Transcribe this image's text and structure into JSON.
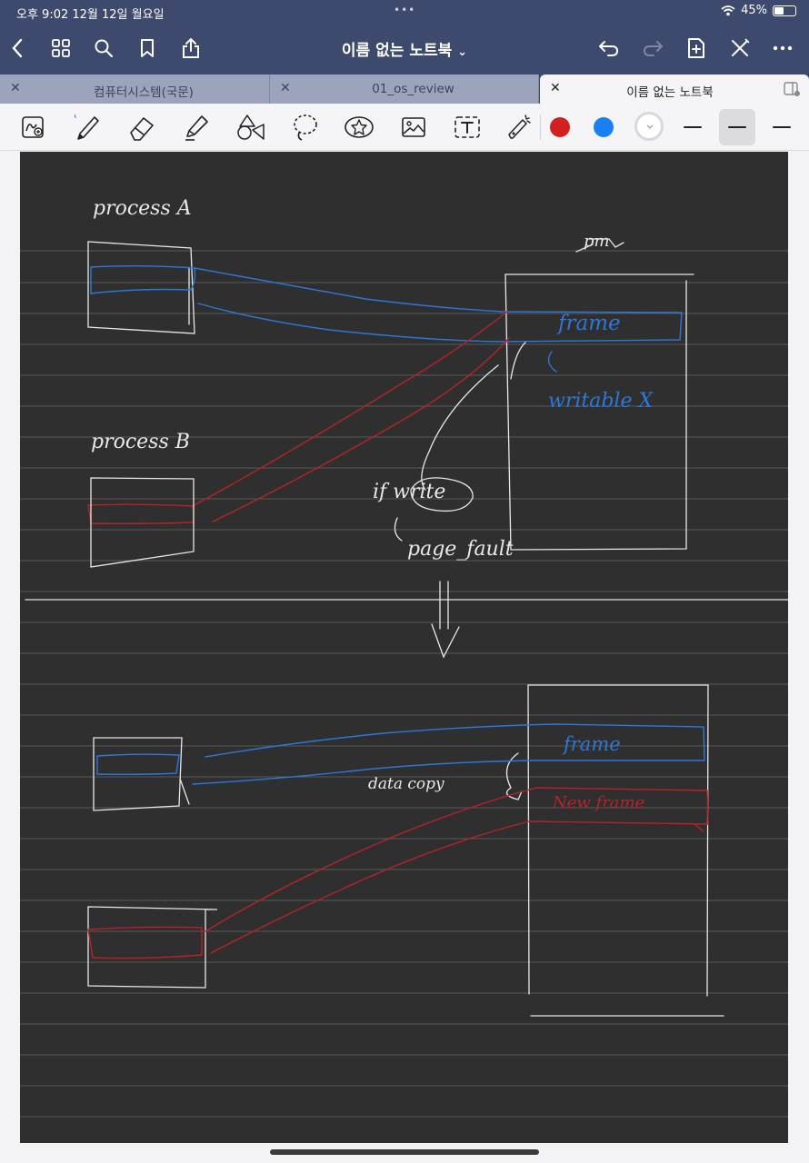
{
  "status_bar": {
    "time": "오후 9:02   12월 12일 월요일",
    "dots": "•••",
    "battery": "45%",
    "battery_level": 0.45
  },
  "nav": {
    "title": "이름 없는 노트북",
    "title_chevron": "⌄"
  },
  "tabs": [
    {
      "label": "컴퓨터시스템(국문)",
      "active": false
    },
    {
      "label": "01_os_review",
      "active": false
    },
    {
      "label": "이름 없는 노트북",
      "active": true
    }
  ],
  "toolbar": {
    "icons": [
      "lasso-add-icon",
      "pen-icon",
      "eraser-icon",
      "highlighter-icon",
      "shapes-icon",
      "lasso-icon",
      "sticker-icon",
      "image-icon",
      "text-icon",
      "laser-pointer-icon"
    ],
    "colors": [
      "#d21f1f",
      "#1a7ff0",
      "#f0f0f0"
    ]
  },
  "notes": {
    "process_a": "process A",
    "process_b": "process B",
    "pm": "pm",
    "frame_top": "frame",
    "writable": "writable X",
    "if_write": "if write",
    "page_fault": "page_fault",
    "frame_bottom": "frame",
    "data_copy": "data copy",
    "new_frame": "New frame"
  },
  "ink_colors": {
    "white": "#e8e8e8",
    "blue": "#2d77d6",
    "red": "#b5232a"
  }
}
